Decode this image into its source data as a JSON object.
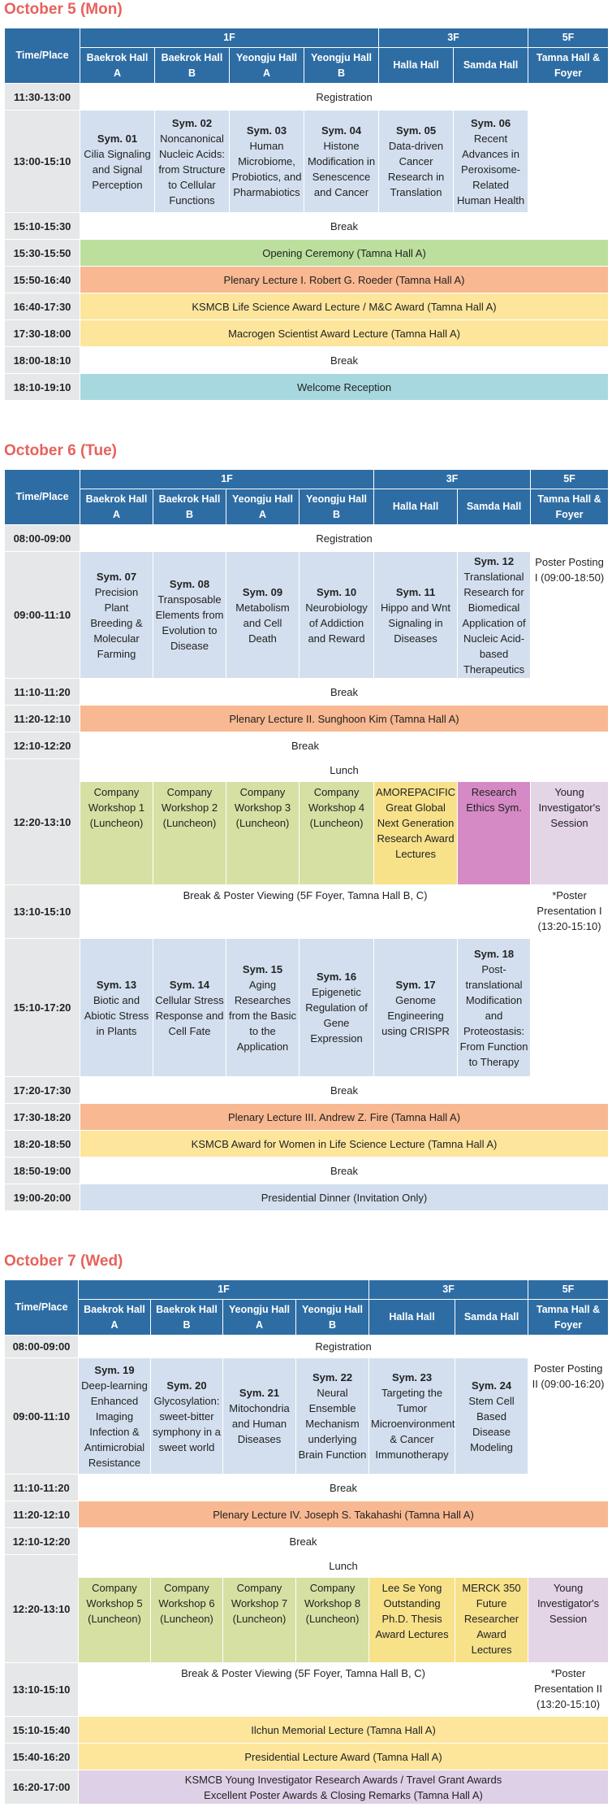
{
  "header": {
    "time_place": "Time/Place",
    "floor_1f": "1F",
    "floor_3f": "3F",
    "floor_5f": "5F",
    "halls": [
      "Baekrok Hall A",
      "Baekrok Hall B",
      "Yeongju Hall A",
      "Yeongju Hall B",
      "Halla Hall",
      "Samda Hall",
      "Tamna Hall & Foyer"
    ]
  },
  "day1": {
    "title": "October 5 (Mon)",
    "r1": {
      "time": "11:30-13:00",
      "event": "Registration"
    },
    "r2": {
      "time": "13:00-15:10",
      "syms": [
        {
          "num": "Sym. 01",
          "title": "Cilia Signaling and Signal Perception"
        },
        {
          "num": "Sym. 02",
          "title": "Noncanonical Nucleic Acids: from Structure to Cellular Functions"
        },
        {
          "num": "Sym. 03",
          "title": "Human Microbiome, Probiotics, and Pharmabiotics"
        },
        {
          "num": "Sym. 04",
          "title": "Histone Modification in Senescence and Cancer"
        },
        {
          "num": "Sym. 05",
          "title": "Data-driven Cancer Research in Translation"
        },
        {
          "num": "Sym. 06",
          "title": "Recent Advances in Peroxisome-Related Human Health"
        }
      ]
    },
    "r3": {
      "time": "15:10-15:30",
      "event": "Break"
    },
    "r4": {
      "time": "15:30-15:50",
      "event": "Opening Ceremony (Tamna Hall A)"
    },
    "r5": {
      "time": "15:50-16:40",
      "event": "Plenary Lecture I. Robert G. Roeder (Tamna Hall A)"
    },
    "r6": {
      "time": "16:40-17:30",
      "event": "KSMCB Life Science Award Lecture / M&C Award (Tamna Hall A)"
    },
    "r7": {
      "time": "17:30-18:00",
      "event": "Macrogen Scientist Award Lecture (Tamna Hall A)"
    },
    "r8": {
      "time": "18:00-18:10",
      "event": "Break"
    },
    "r9": {
      "time": "18:10-19:10",
      "event": "Welcome Reception"
    }
  },
  "day2": {
    "title": "October 6 (Tue)",
    "r1": {
      "time": "08:00-09:00",
      "event": "Registration"
    },
    "r2": {
      "time": "09:00-11:10",
      "syms": [
        {
          "num": "Sym. 07",
          "title": "Precision Plant Breeding & Molecular Farming"
        },
        {
          "num": "Sym. 08",
          "title": "Transposable Elements from Evolution to Disease"
        },
        {
          "num": "Sym. 09",
          "title": "Metabolism and Cell Death"
        },
        {
          "num": "Sym. 10",
          "title": "Neurobiology of Addiction and Reward"
        },
        {
          "num": "Sym. 11",
          "title": "Hippo and Wnt Signaling in Diseases"
        },
        {
          "num": "Sym. 12",
          "title": "Translational Research for Biomedical Application of Nucleic Acid-based Therapeutics"
        }
      ],
      "tamna": "Poster Posting I (09:00-18:50)"
    },
    "r3": {
      "time": "11:10-11:20",
      "event": "Break"
    },
    "r4": {
      "time": "11:20-12:10",
      "event": "Plenary Lecture II. Sunghoon Kim (Tamna Hall A)"
    },
    "r5": {
      "time": "12:10-12:20",
      "event": "Break"
    },
    "r6": {
      "time": "12:20-13:10",
      "event": "Lunch",
      "cells": [
        "Company Workshop 1 (Luncheon)",
        "Company Workshop 2 (Luncheon)",
        "Company Workshop 3 (Luncheon)",
        "Company Workshop 4 (Luncheon)",
        "AMOREPACIFIC Great Global Next Generation Research Award Lectures",
        "Research Ethics Sym.",
        "Young Investigator's Session"
      ]
    },
    "r7": {
      "time": "13:10-15:10",
      "event": "Break & Poster Viewing (5F Foyer, Tamna Hall B, C)",
      "tamna": "*Poster Presentation I (13:20-15:10)"
    },
    "r8": {
      "time": "15:10-17:20",
      "syms": [
        {
          "num": "Sym. 13",
          "title": "Biotic and Abiotic Stress in Plants"
        },
        {
          "num": "Sym. 14",
          "title": "Cellular Stress Response and Cell Fate"
        },
        {
          "num": "Sym. 15",
          "title": "Aging Researches from the Basic to the Application"
        },
        {
          "num": "Sym. 16",
          "title": "Epigenetic Regulation of Gene Expression"
        },
        {
          "num": "Sym. 17",
          "title": "Genome Engineering using CRISPR"
        },
        {
          "num": "Sym. 18",
          "title": "Post-translational Modification and Proteostasis: From Function to Therapy"
        }
      ]
    },
    "r9": {
      "time": "17:20-17:30",
      "event": "Break"
    },
    "r10": {
      "time": "17:30-18:20",
      "event": "Plenary Lecture III. Andrew Z. Fire (Tamna Hall A)"
    },
    "r11": {
      "time": "18:20-18:50",
      "event": "KSMCB Award for Women in Life Science Lecture (Tamna Hall A)"
    },
    "r12": {
      "time": "18:50-19:00",
      "event": "Break"
    },
    "r13": {
      "time": "19:00-20:00",
      "event": "Presidential Dinner (Invitation Only)"
    }
  },
  "day3": {
    "title": "October 7 (Wed)",
    "r1": {
      "time": "08:00-09:00",
      "event": "Registration"
    },
    "r2": {
      "time": "09:00-11:10",
      "syms": [
        {
          "num": "Sym. 19",
          "title": "Deep-learning Enhanced Imaging Infection & Antimicrobial Resistance"
        },
        {
          "num": "Sym. 20",
          "title": "Glycosylation: sweet-bitter symphony in a sweet world"
        },
        {
          "num": "Sym. 21",
          "title": "Mitochondria and Human Diseases"
        },
        {
          "num": "Sym. 22",
          "title": "Neural Ensemble Mechanism underlying Brain Function"
        },
        {
          "num": "Sym. 23",
          "title": "Targeting the Tumor Microenvironment & Cancer Immunotherapy"
        },
        {
          "num": "Sym. 24",
          "title": "Stem Cell Based Disease Modeling"
        }
      ],
      "tamna": "Poster Posting II (09:00-16:20)"
    },
    "r3": {
      "time": "11:10-11:20",
      "event": "Break"
    },
    "r4": {
      "time": "11:20-12:10",
      "event": "Plenary Lecture IV. Joseph S. Takahashi (Tamna Hall A)"
    },
    "r5": {
      "time": "12:10-12:20",
      "event": "Break"
    },
    "r6": {
      "time": "12:20-13:10",
      "event": "Lunch",
      "cells": [
        "Company Workshop 5 (Luncheon)",
        "Company Workshop 6 (Luncheon)",
        "Company Workshop 7 (Luncheon)",
        "Company Workshop 8 (Luncheon)",
        "Lee Se Yong Outstanding Ph.D. Thesis Award Lectures",
        "MERCK 350 Future Researcher Award Lectures",
        "Young Investigator's Session"
      ]
    },
    "r7": {
      "time": "13:10-15:10",
      "event": "Break & Poster Viewing (5F Foyer, Tamna Hall B, C)",
      "tamna": "*Poster Presentation II (13:20-15:10)"
    },
    "r8": {
      "time": "15:10-15:40",
      "event": "Ilchun Memorial Lecture (Tamna Hall A)"
    },
    "r9": {
      "time": "15:40-16:20",
      "event": "Presidential Lecture Award (Tamna Hall A)"
    },
    "r10": {
      "time": "16:20-17:00",
      "event_line1": "KSMCB Young Investigator Research Awards / Travel Grant Awards",
      "event_line2": "Excellent Poster Awards & Closing Remarks (Tamna Hall A)"
    }
  }
}
